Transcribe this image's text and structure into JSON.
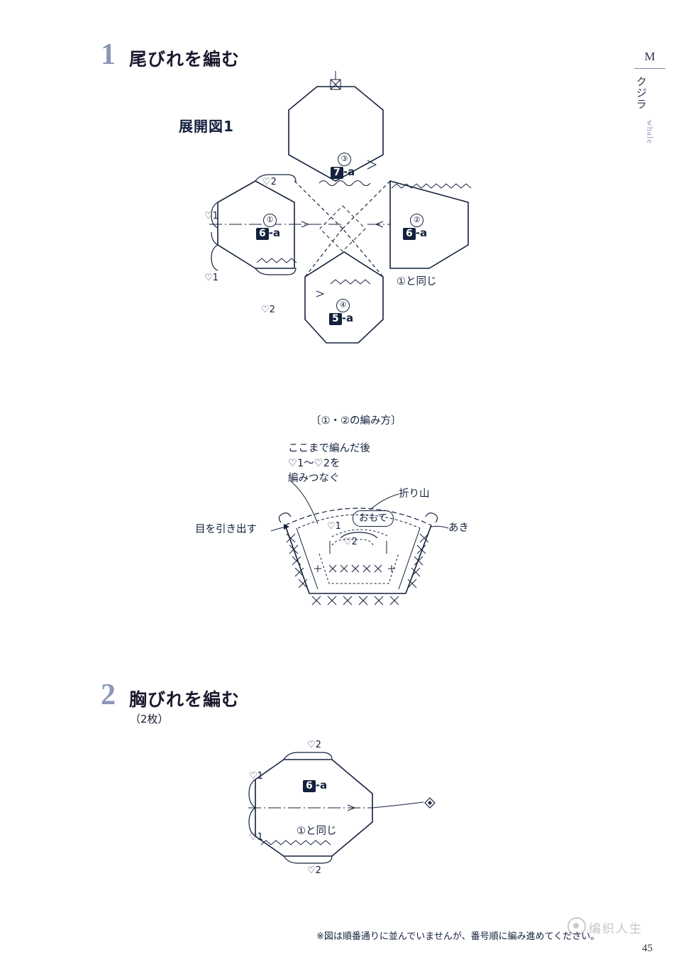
{
  "page": {
    "number": "45",
    "footnote": "※図は順番通りに並んでいませんが、番号順に編み進めてください。"
  },
  "sidetab": {
    "letter": "M",
    "jp": "クジラ",
    "en": "whale"
  },
  "steps": [
    {
      "number": "1",
      "title": "尾びれを編む",
      "sub": ""
    },
    {
      "number": "2",
      "title": "胸びれを編む",
      "sub": "（2枚）"
    }
  ],
  "diagram1": {
    "label": "展開図1",
    "panels": [
      {
        "circle": "①",
        "code_black": "6",
        "code_rest": "-a"
      },
      {
        "circle": "②",
        "code_black": "6",
        "code_rest": "-a"
      },
      {
        "circle": "③",
        "code_black": "7",
        "code_rest": "-a"
      },
      {
        "circle": "④",
        "code_black": "5",
        "code_rest": "-a"
      }
    ],
    "same_as": "①と同じ",
    "hearts": [
      {
        "text": "♡2"
      },
      {
        "text": "♡1"
      },
      {
        "text": "♡1"
      },
      {
        "text": "♡2"
      }
    ]
  },
  "detail": {
    "title": "〔①・②の編み方〕",
    "note_lines": [
      "ここまで編んだ後",
      "♡1～♡2を",
      "編みつなぐ"
    ],
    "pull_loop": "目を引き出す",
    "fold": "折り山",
    "opening": "あき",
    "front": "おもて",
    "heart1": "♡1",
    "heart2": "♡2"
  },
  "diagram2": {
    "code_black": "6",
    "code_rest": "-a",
    "same_as": "①と同じ",
    "hearts": [
      {
        "text": "♡2"
      },
      {
        "text": "♡1"
      },
      {
        "text": "♡1"
      },
      {
        "text": "♡2"
      }
    ]
  },
  "watermark": {
    "text": "编织人生"
  }
}
